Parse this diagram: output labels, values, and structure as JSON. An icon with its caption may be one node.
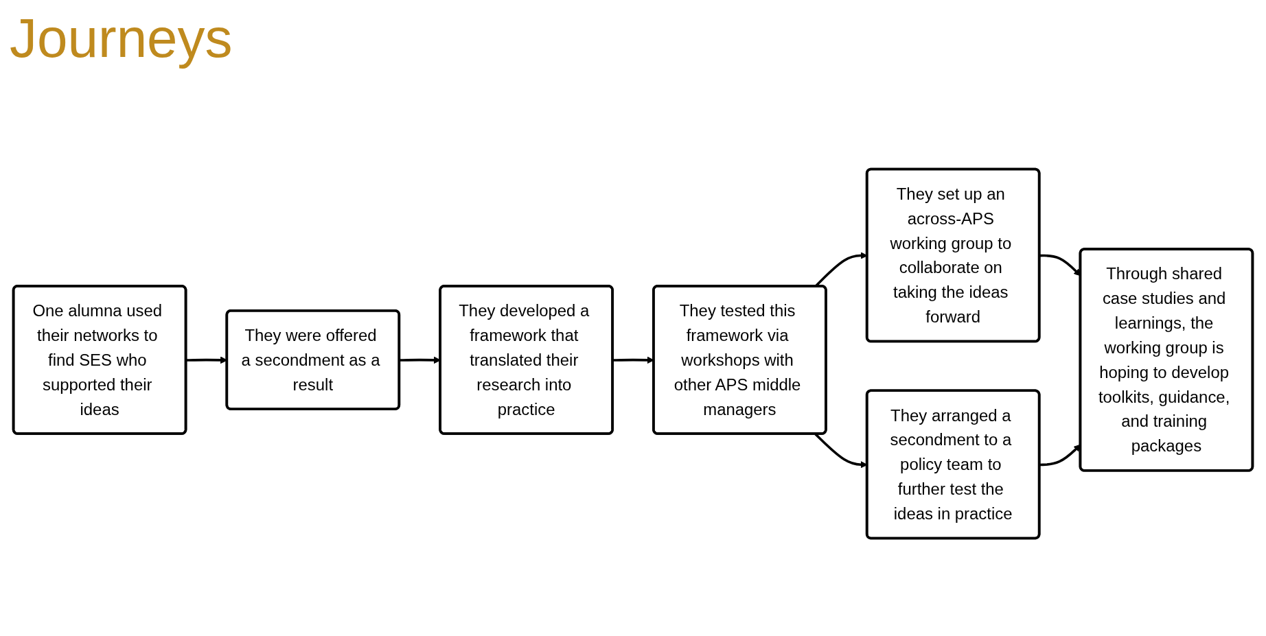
{
  "diagram": {
    "title": "Journeys",
    "nodes": [
      {
        "text": [
          "One alumna used their networks to find SES who supported their ideas"
        ]
      },
      {
        "text": [
          "They were offered a secondment as a result"
        ]
      },
      {
        "text": [
          "They developed a framework that translated their research into practice"
        ]
      },
      {
        "text": [
          "They tested this framework via workshops with other APS middle managers"
        ]
      },
      {
        "text": [
          "They set up an across-APS working group to collaborate on taking the ideas forward"
        ]
      },
      {
        "text": [
          "They arranged a secondment to a policy team to further test the ideas in practice"
        ]
      },
      {
        "text": [
          "Through shared case studies and learnings, the working group is hoping to develop toolkits, guidance, and training packages"
        ]
      }
    ],
    "edges": [
      {
        "from": 0,
        "to": 1,
        "arrow": "to"
      },
      {
        "from": 1,
        "to": 2,
        "arrow": "to"
      },
      {
        "from": 2,
        "to": 3,
        "arrow": "to"
      },
      {
        "from": 3,
        "to": 4,
        "arrow": "to"
      },
      {
        "from": 3,
        "to": 5,
        "arrow": "to"
      },
      {
        "from": 4,
        "to": 6,
        "arrow": "to"
      },
      {
        "from": 5,
        "to": 6,
        "arrow": "to"
      }
    ]
  }
}
